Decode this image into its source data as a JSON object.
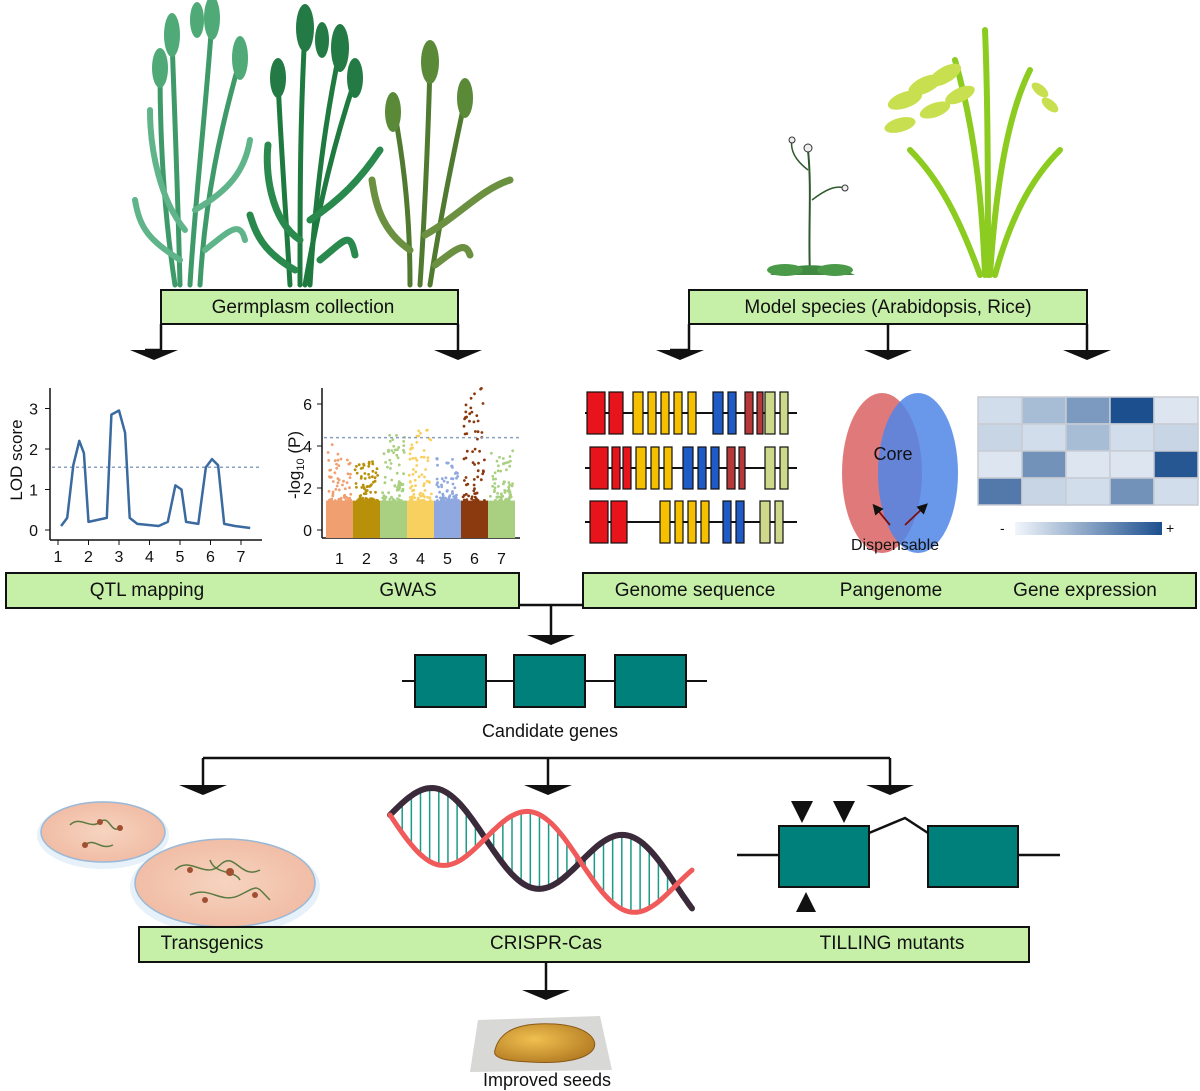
{
  "boxes": {
    "germplasm": "Germplasm collection",
    "model_species": "Model species (Arabidopsis, Rice)",
    "qtl": "QTL mapping",
    "gwas": "GWAS",
    "genome_sequence": "Genome sequence",
    "pangenome": "Pangenome",
    "gene_expression": "Gene expression",
    "transgenics": "Transgenics",
    "crispr": "CRISPR-Cas",
    "tilling": "TILLING mutants"
  },
  "labels": {
    "candidate_genes": "Candidate genes",
    "improved_seeds": "Improved seeds",
    "core": "Core",
    "dispensable": "Dispensable",
    "heat_minus": "-",
    "heat_plus": "+"
  },
  "qtl_chart": {
    "ylabel": "LOD score",
    "yticks": [
      "0",
      "1",
      "2",
      "3"
    ],
    "xticks": [
      "1",
      "2",
      "3",
      "4",
      "5",
      "6",
      "7"
    ],
    "threshold": 1.55,
    "profile": [
      [
        1.1,
        0.1
      ],
      [
        1.3,
        0.3
      ],
      [
        1.5,
        1.6
      ],
      [
        1.7,
        2.2
      ],
      [
        1.85,
        1.9
      ],
      [
        2.0,
        0.2
      ],
      [
        2.6,
        0.3
      ],
      [
        2.75,
        2.85
      ],
      [
        3.0,
        2.95
      ],
      [
        3.2,
        2.4
      ],
      [
        3.35,
        0.3
      ],
      [
        3.6,
        0.15
      ],
      [
        4.3,
        0.1
      ],
      [
        4.6,
        0.2
      ],
      [
        4.85,
        1.1
      ],
      [
        5.05,
        1.0
      ],
      [
        5.2,
        0.2
      ],
      [
        5.6,
        0.15
      ],
      [
        5.85,
        1.55
      ],
      [
        6.05,
        1.75
      ],
      [
        6.25,
        1.6
      ],
      [
        6.45,
        0.15
      ],
      [
        6.8,
        0.1
      ],
      [
        7.3,
        0.05
      ]
    ]
  },
  "gwas_chart": {
    "ylabel_prefix": "-log",
    "ylabel_sub": "10",
    "ylabel_suffix": " (P)",
    "yticks": [
      "0",
      "2",
      "4",
      "6"
    ],
    "xticks": [
      "1",
      "2",
      "3",
      "4",
      "5",
      "6",
      "7"
    ],
    "threshold": 4.4,
    "chromosome_colors": [
      "#f0a070",
      "#b8900a",
      "#a8d080",
      "#f8d060",
      "#90a8e0",
      "#8b3a10",
      "#a8d080"
    ],
    "peaks": [
      4.2,
      3.3,
      4.6,
      4.8,
      3.6,
      6.8,
      3.8
    ]
  },
  "venn": {
    "left_color": "#e07a7a",
    "right_color": "#4f86e8"
  },
  "heatmap": {
    "values": [
      [
        0.15,
        0.35,
        0.55,
        1.0,
        0.1
      ],
      [
        0.2,
        0.15,
        0.35,
        0.15,
        0.2
      ],
      [
        0.1,
        0.6,
        0.1,
        0.1,
        0.95
      ],
      [
        0.75,
        0.2,
        0.15,
        0.6,
        0.15
      ]
    ]
  },
  "colors": {
    "box_fill": "#c6f0a8",
    "gene_teal": "#00807a",
    "line_blue": "#3a6aa0"
  }
}
